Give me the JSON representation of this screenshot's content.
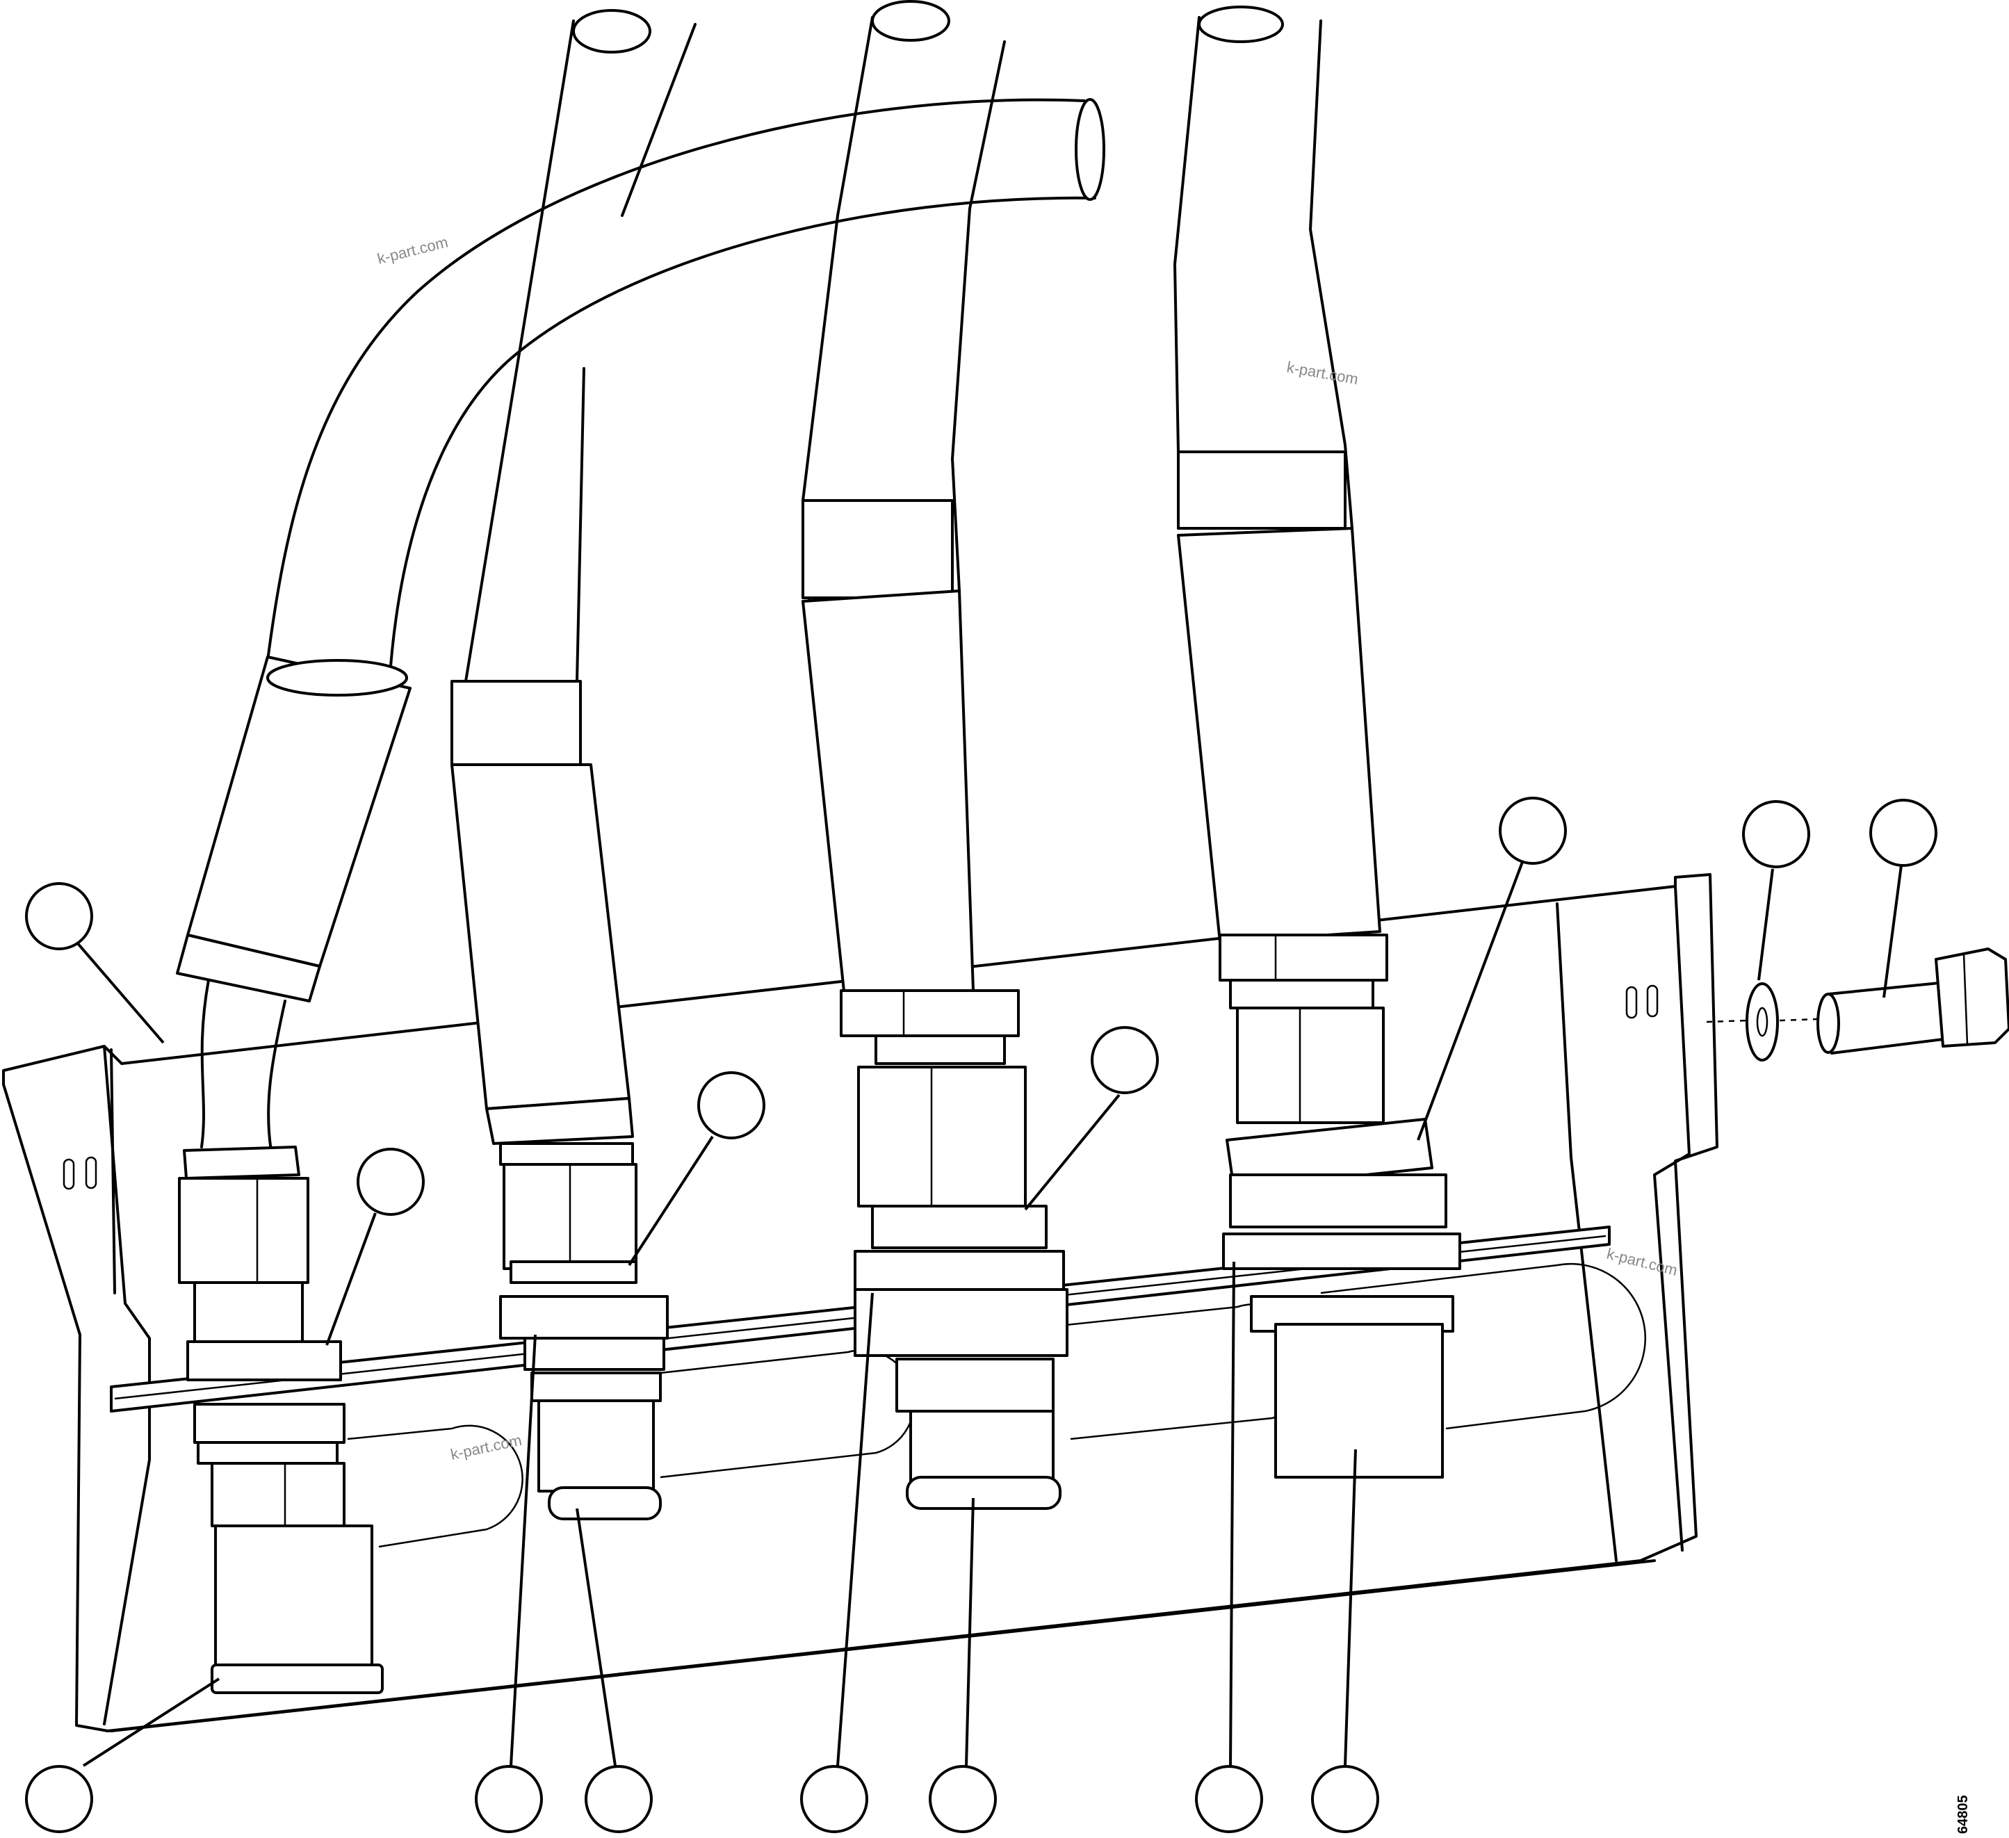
{
  "watermark": "k-part.com",
  "figure_code": "64805",
  "callout_count": 14
}
